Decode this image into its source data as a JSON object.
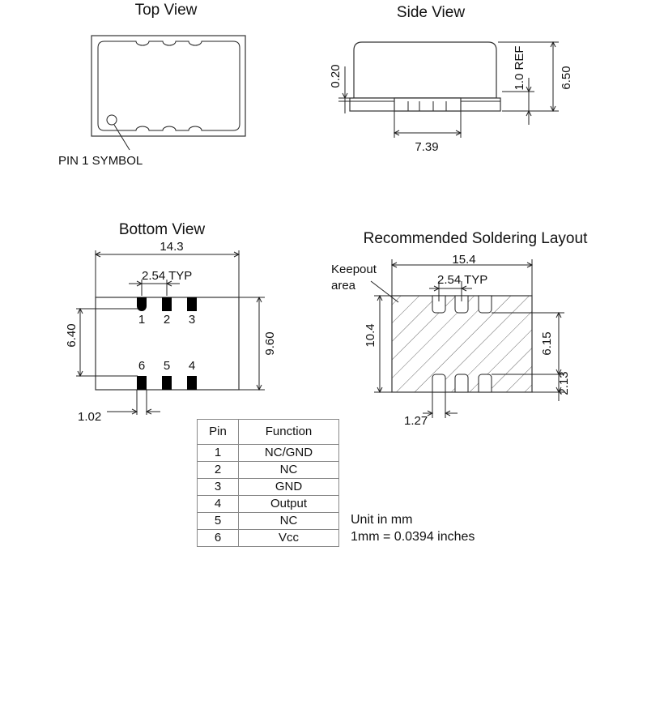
{
  "top_view": {
    "title": "Top View",
    "pin1_label": "PIN 1 SYMBOL"
  },
  "side_view": {
    "title": "Side View",
    "dim_height": "6.50",
    "dim_ref": "1.0 REF",
    "dim_standoff": "0.20",
    "dim_pad_span": "7.39"
  },
  "bottom_view": {
    "title": "Bottom View",
    "dim_width": "14.3",
    "dim_pitch": "2.54 TYP",
    "dim_height": "9.60",
    "dim_row_spacing": "6.40",
    "dim_pad_width": "1.02",
    "pin_numbers_top": [
      "1",
      "2",
      "3"
    ],
    "pin_numbers_bottom": [
      "6",
      "5",
      "4"
    ]
  },
  "solder_layout": {
    "title": "Recommended Soldering Layout",
    "keepout_label_1": "Keepout",
    "keepout_label_2": "area",
    "dim_width": "15.4",
    "dim_pitch": "2.54 TYP",
    "dim_height": "10.4",
    "dim_row_spacing": "6.15",
    "dim_pad_length": "2.13",
    "dim_pad_width": "1.27"
  },
  "pin_table": {
    "headers": [
      "Pin",
      "Function"
    ],
    "rows": [
      [
        "1",
        "NC/GND"
      ],
      [
        "2",
        "NC"
      ],
      [
        "3",
        "GND"
      ],
      [
        "4",
        "Output"
      ],
      [
        "5",
        "NC"
      ],
      [
        "6",
        "Vcc"
      ]
    ]
  },
  "notes": {
    "unit": "Unit in mm",
    "conversion": "1mm = 0.0394 inches"
  }
}
